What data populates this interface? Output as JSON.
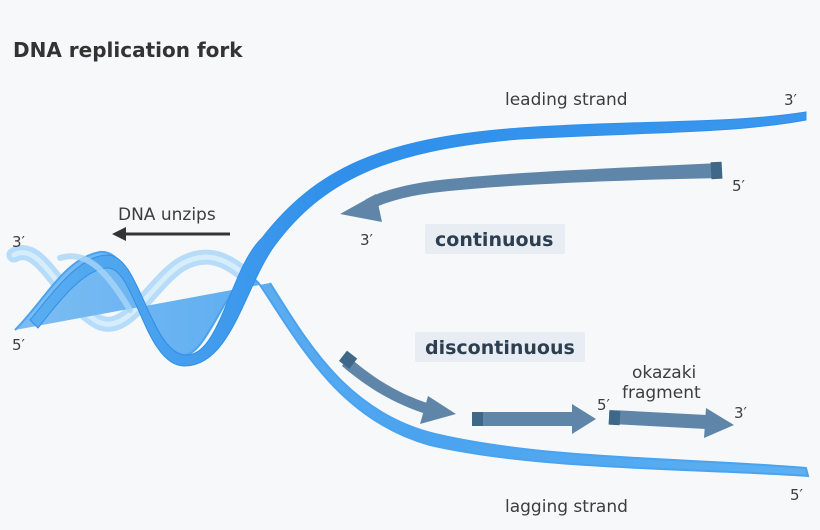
{
  "diagram": {
    "title": "DNA replication fork",
    "labels": {
      "leading_strand": "leading strand",
      "lagging_strand": "lagging strand",
      "dna_unzips": "DNA unzips",
      "continuous": "continuous",
      "discontinuous": "discontinuous",
      "okazaki_fragment_line1": "okazaki",
      "okazaki_fragment_line2": "fragment"
    },
    "ends": {
      "leading_top_right": "3′",
      "leading_new_start": "5′",
      "leading_new_tip": "3′",
      "helix_left_top": "3′",
      "helix_left_bottom": "5′",
      "fragment_start": "5′",
      "fragment_tip": "3′",
      "lagging_bottom_right": "5′"
    },
    "colors": {
      "strand_blue": "#2f8fea",
      "strand_light": "#8cc8f5",
      "new_strand": "#5f86a8",
      "new_strand_cap": "#3f6788",
      "unzip_arrow": "#333333"
    }
  }
}
